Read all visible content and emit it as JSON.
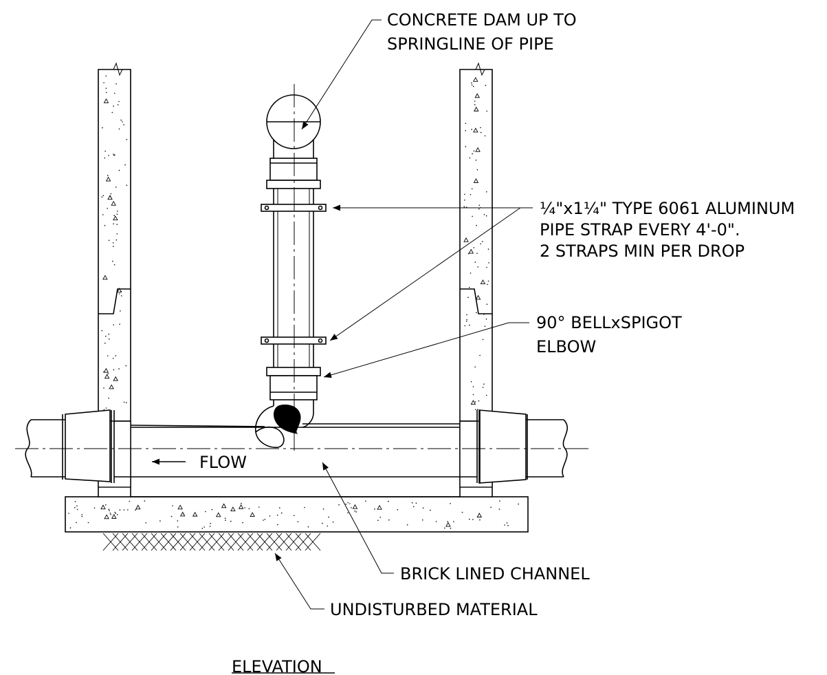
{
  "title": "ELEVATION",
  "callouts": {
    "dam": [
      "CONCRETE DAM UP TO",
      "SPRINGLINE OF PIPE"
    ],
    "strap": [
      "¼\"x1¼\" TYPE 6061 ALUMINUM",
      "PIPE STRAP EVERY 4'-0\".",
      "2 STRAPS MIN PER DROP"
    ],
    "elbow": [
      "90° BELLxSPIGOT",
      "ELBOW"
    ],
    "channel": "BRICK LINED CHANNEL",
    "undisturbed": "UNDISTURBED MATERIAL",
    "flow": "FLOW"
  }
}
